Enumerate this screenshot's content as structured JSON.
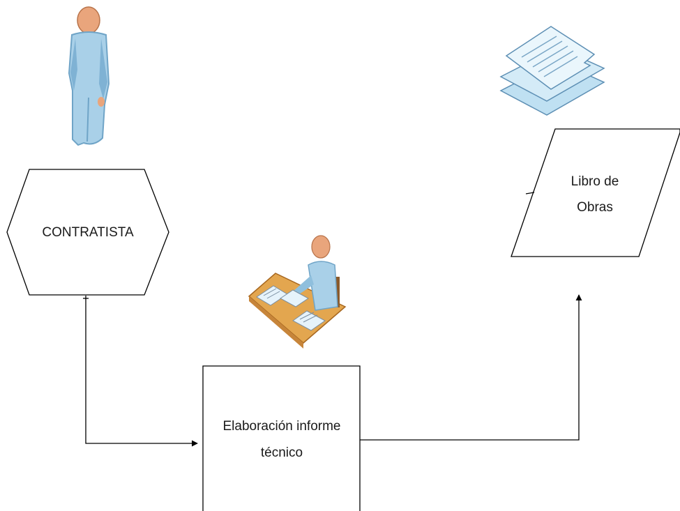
{
  "nodes": {
    "contratista": {
      "label": "CONTRATISTA",
      "shape": "hexagon",
      "icon": "person-standing-icon"
    },
    "elaboracion": {
      "label_line1": "Elaboración informe",
      "label_line2": "técnico",
      "shape": "rectangle",
      "icon": "person-at-desk-icon"
    },
    "libro": {
      "label_line1": "Libro de",
      "label_line2": "Obras",
      "shape": "parallelogram",
      "icon": "document-stack-icon"
    }
  },
  "edges": [
    {
      "from": "contratista",
      "to": "elaboracion"
    },
    {
      "from": "elaboracion",
      "to": "libro"
    }
  ],
  "colors": {
    "stroke": "#000000",
    "figure_fill": "#a9d0e8",
    "figure_shade": "#6fa4c7",
    "skin": "#e9a57c",
    "desk": "#e3a64f",
    "paper": "#e6f3fb"
  }
}
